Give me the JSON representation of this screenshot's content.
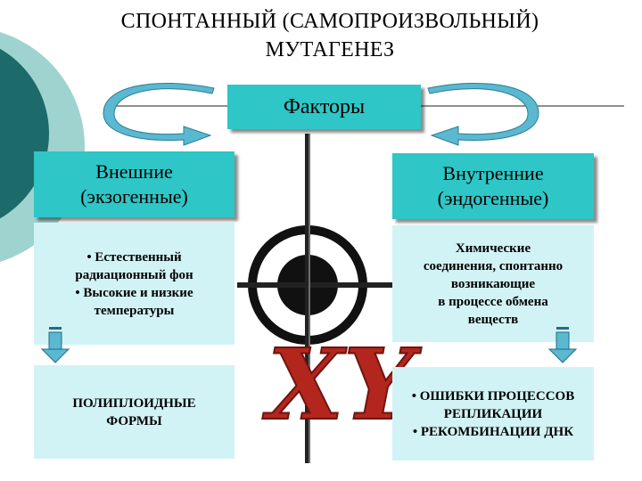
{
  "title": {
    "line1": "СПОНТАННЫЙ (САМОПРОИЗВОЛЬНЫЙ)",
    "line2": "МУТАГЕНЕЗ"
  },
  "factors": {
    "label": "Факторы"
  },
  "external": {
    "heading_line1": "Внешние",
    "heading_line2": "(экзогенные)",
    "items_line1": "• Естественный",
    "items_line2": "радиационный фон",
    "items_line3": "• Высокие и низкие",
    "items_line4": "температуры",
    "result_line1": "ПОЛИПЛОИДНЫЕ",
    "result_line2": "ФОРМЫ"
  },
  "internal": {
    "heading_line1": "Внутренние",
    "heading_line2": "(эндогенные)",
    "items_line1": "Химические",
    "items_line2": "соединения, спонтанно",
    "items_line3": "возникающие",
    "items_line4": "в процессе обмена",
    "items_line5": "веществ",
    "result_line1": "• ОШИБКИ ПРОЦЕССОВ",
    "result_line2": "РЕПЛИКАЦИИ",
    "result_line3": "• РЕКОМБИНАЦИИ ДНК"
  },
  "target_letters": "XY",
  "colors": {
    "teal_box": "#2ec6c6",
    "pale_box": "#d2f3f6",
    "dark_teal": "#1a6464",
    "arrow": "#5ab8d0",
    "target_red": "#b3261e"
  }
}
